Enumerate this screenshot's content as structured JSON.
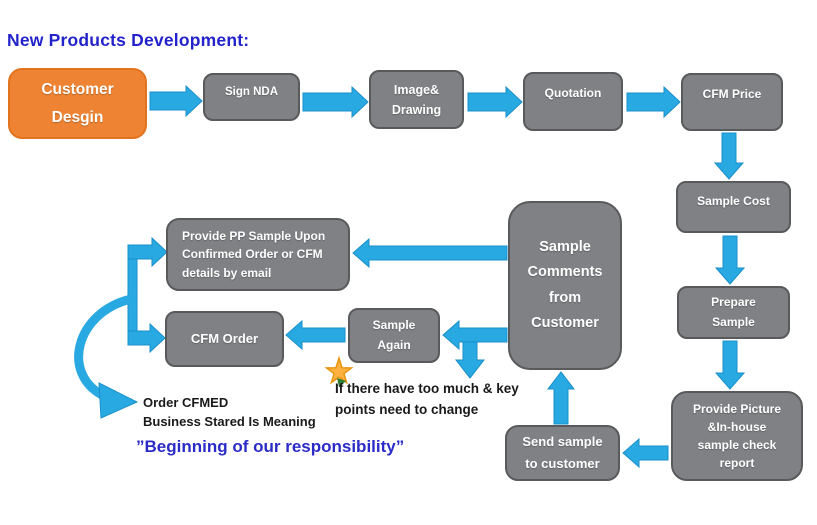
{
  "title": "New Products Development:",
  "nodes": {
    "customer_design": {
      "label": "Customer\nDesgin"
    },
    "sign_nda": {
      "label": "Sign NDA"
    },
    "image_drawing": {
      "label": "Image&\nDrawing"
    },
    "quotation": {
      "label": "Quotation"
    },
    "cfm_price": {
      "label": "CFM Price"
    },
    "sample_cost": {
      "label": "Sample Cost"
    },
    "prepare_sample": {
      "label": "Prepare\nSample"
    },
    "provide_picture": {
      "label": "Provide Picture\n&In-house\nsample check\nreport"
    },
    "send_sample": {
      "label": "Send sample\nto customer"
    },
    "sample_comments": {
      "label": "Sample\nComments\nfrom\nCustomer"
    },
    "provide_pp_sample": {
      "label": "Provide PP Sample Upon\nConfirmed Order or CFM\ndetails by email"
    },
    "sample_again": {
      "label": "Sample\nAgain"
    },
    "cfm_order": {
      "label": "CFM Order"
    }
  },
  "annotations": {
    "condition_note": "If there have too much & key\npoints need to change",
    "order_note": "Order CFMED\nBusiness Stared Is  Meaning",
    "responsibility_note": "”Beginning of our responsibility”"
  },
  "icons": {
    "star": "star-icon",
    "curved_arrow": "curved-return-arrow-icon"
  },
  "colors": {
    "arrow_blue": "#29a9e2",
    "box_gray": "#7f8184",
    "box_border_gray": "#595a5c",
    "accent_orange": "#ee8433",
    "title_blue": "#2323cb",
    "note_blue": "#2b2bc8",
    "star_gold": "#fcb040",
    "wedge_green": "#2e7d32"
  }
}
